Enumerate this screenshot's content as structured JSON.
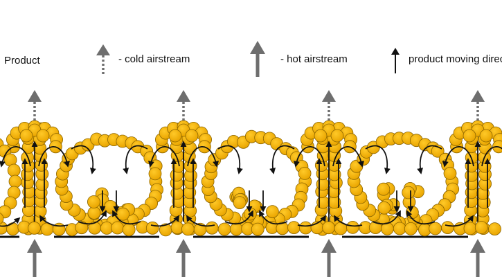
{
  "legend": {
    "product_label": "Product",
    "cold_label": "- cold airstream",
    "hot_label": "- hot airstream",
    "moving_label": "product moving direction"
  },
  "colors": {
    "particle_fill": "#F5B100",
    "particle_stroke": "#8a6400",
    "airstream": "#6e6e6e",
    "plate": "#111111",
    "flow_arrow": "#111111"
  },
  "icons": [
    "cold-airstream-icon",
    "hot-airstream-icon",
    "product-moving-direction-icon"
  ]
}
